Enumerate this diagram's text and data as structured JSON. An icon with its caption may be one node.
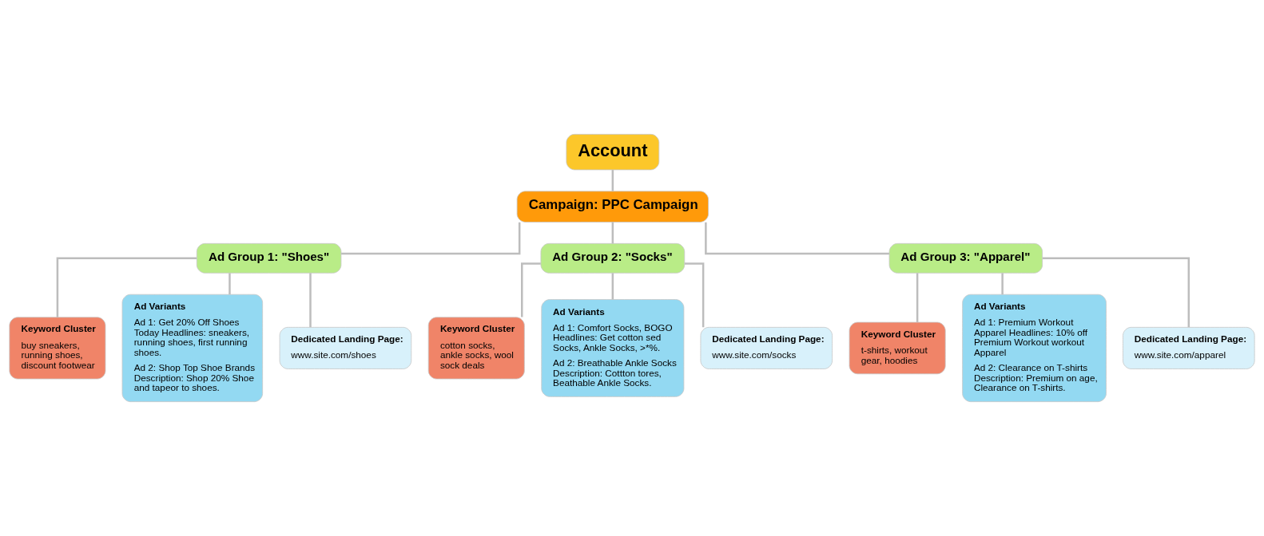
{
  "diagram": {
    "nodes": [
      {
        "text": [
          "Account"
        ]
      },
      {
        "text": [
          "Campaign: PPC Campaign"
        ]
      },
      {
        "text": [
          "Ad Group 1: \"Shoes\""
        ]
      },
      {
        "text": [
          "Keyword Cluster",
          "buy sneakers, running shoes, discount footwear"
        ]
      },
      {
        "text": [
          "Ad Variants",
          "Ad 1: Get 20% Off Shoes Today Headlines: sneakers, running shoes, first running shoes.",
          "Ad 2: Shop Top Shoe Brands Description: Shop 20% Shoe and tapeor to shoes."
        ]
      },
      {
        "text": [
          "Dedicated Landing Page:",
          "www.site.com/shoes"
        ]
      },
      {
        "text": [
          "Ad Group 2: \"Socks\""
        ]
      },
      {
        "text": [
          "Keyword Cluster",
          "cotton socks, ankle socks, wool sock deals"
        ]
      },
      {
        "text": [
          "Ad Variants",
          "Ad 1: Comfort Socks, BOGO Headlines: Get cotton sed Socks, Ankle Socks, >*%.",
          "Ad 2: Breathable Ankle Socks Description: Cottton tores, Beathable Ankle Socks."
        ]
      },
      {
        "text": [
          "Dedicated Landing Page:",
          "www.site.com/socks"
        ]
      },
      {
        "text": [
          "Ad Group 3: \"Apparel\""
        ]
      },
      {
        "text": [
          "Keyword Cluster",
          "t-shirts, workout gear, hoodies"
        ]
      },
      {
        "text": [
          "Ad Variants",
          "Ad 1: Premium Workout Apparel Headlines: 10% off  Premium Workout workout Apparel",
          "Ad 2: Clearance on T-shirts Description: Premium on age, Clearance on T-shirts."
        ]
      },
      {
        "text": [
          "Dedicated Landing Page:",
          "www.site.com/apparel"
        ]
      }
    ],
    "edges": [
      {
        "from": 0,
        "to": 1,
        "arrow": "none"
      },
      {
        "from": 1,
        "to": 2,
        "arrow": "none"
      },
      {
        "from": 1,
        "to": 6,
        "arrow": "none"
      },
      {
        "from": 1,
        "to": 10,
        "arrow": "none"
      },
      {
        "from": 2,
        "to": 3,
        "arrow": "none"
      },
      {
        "from": 2,
        "to": 4,
        "arrow": "none"
      },
      {
        "from": 2,
        "to": 5,
        "arrow": "none"
      },
      {
        "from": 6,
        "to": 7,
        "arrow": "none"
      },
      {
        "from": 6,
        "to": 8,
        "arrow": "none"
      },
      {
        "from": 6,
        "to": 9,
        "arrow": "none"
      },
      {
        "from": 10,
        "to": 11,
        "arrow": "none"
      },
      {
        "from": 10,
        "to": 12,
        "arrow": "none"
      },
      {
        "from": 10,
        "to": 13,
        "arrow": "none"
      }
    ]
  }
}
